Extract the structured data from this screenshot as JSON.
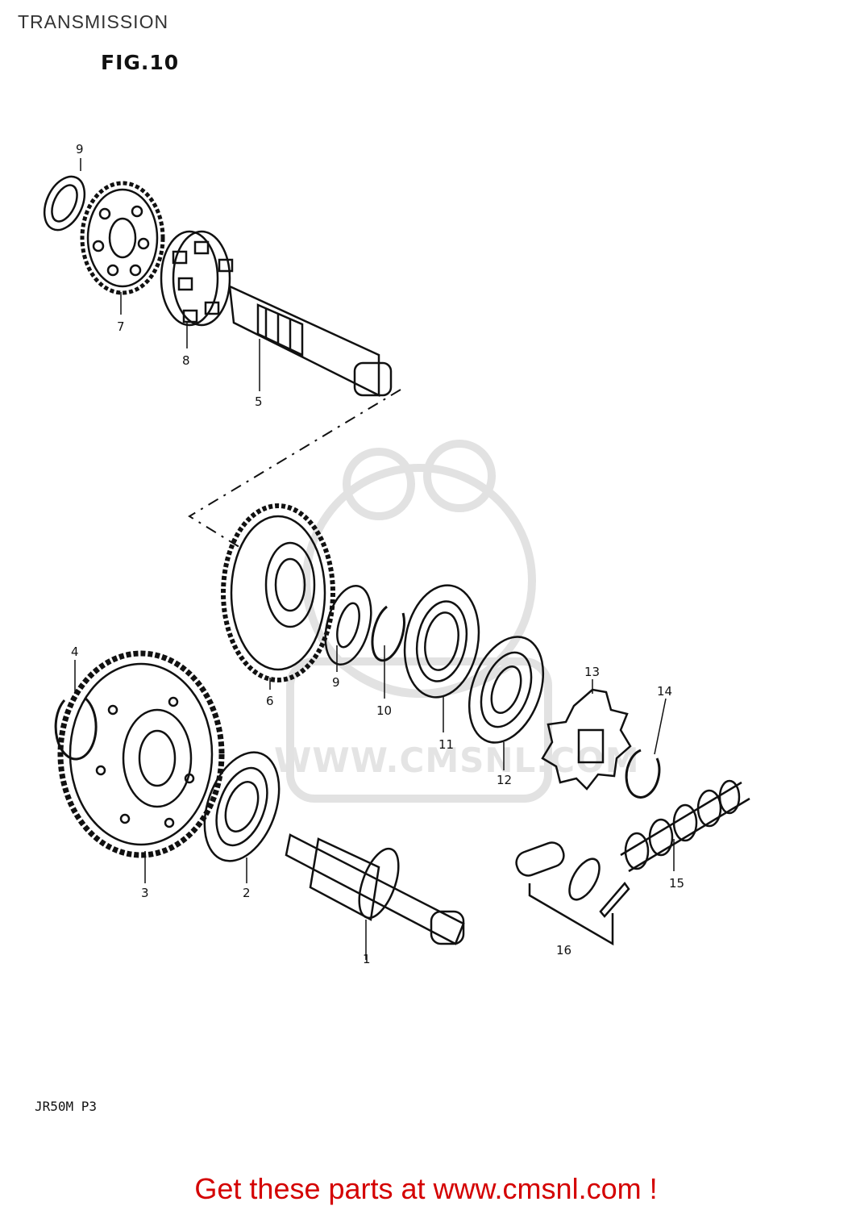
{
  "header": {
    "title": "TRANSMISSION",
    "figure": "FIG.10"
  },
  "parts": [
    {
      "number": "1"
    },
    {
      "number": "2"
    },
    {
      "number": "3"
    },
    {
      "number": "4"
    },
    {
      "number": "5"
    },
    {
      "number": "6"
    },
    {
      "number": "7"
    },
    {
      "number": "8"
    },
    {
      "number": "9"
    },
    {
      "number": "9"
    },
    {
      "number": "10"
    },
    {
      "number": "11"
    },
    {
      "number": "12"
    },
    {
      "number": "13"
    },
    {
      "number": "14"
    },
    {
      "number": "15"
    },
    {
      "number": "16"
    }
  ],
  "footer": {
    "model_code": "JR50M P3",
    "cta": "Get these parts at www.cmsnl.com !"
  },
  "watermark": {
    "text": "WWW.CMSNL.COM"
  },
  "colors": {
    "cta": "#d40000",
    "ink": "#111111",
    "watermark": "#e4e4e4"
  }
}
